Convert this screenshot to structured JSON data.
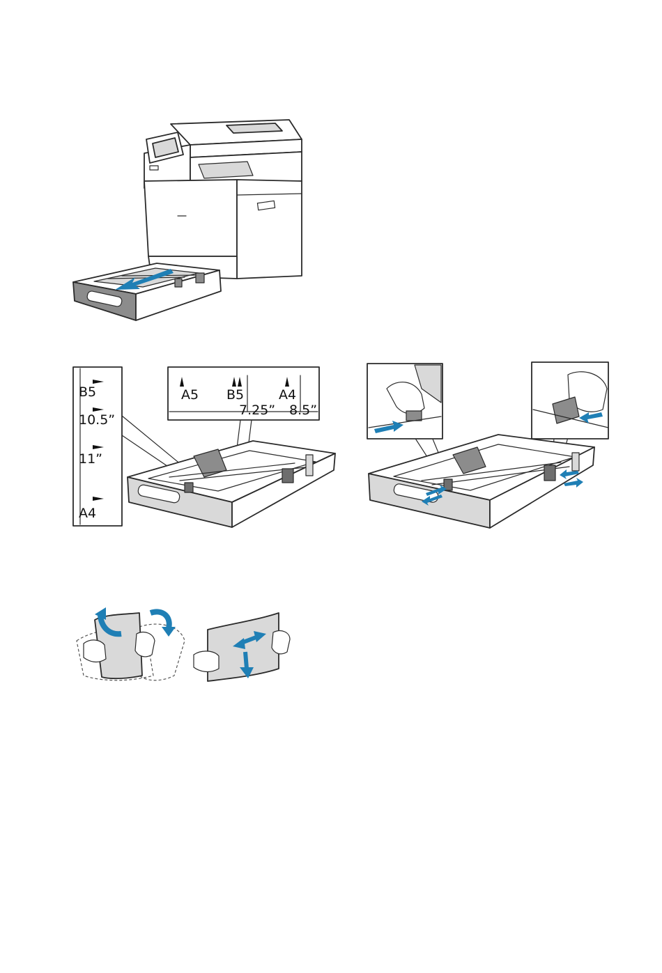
{
  "scale_labels": {
    "side": [
      "B5",
      "10.5”",
      "11”",
      "A4"
    ],
    "top": [
      "A5",
      "B5",
      "A4"
    ],
    "top_inches": [
      "7.25”",
      "8.5”"
    ]
  },
  "colors": {
    "arrow": "#1f7fb5",
    "line": "#2a2a2a",
    "fill_light": "#d9d9d9",
    "fill_dark": "#8c8c8c"
  },
  "icons": {
    "pull_arrow": "arrow-pull-out-icon",
    "guide_arrows": "arrow-slide-icon",
    "fan_arrows": "arrow-rotate-icon"
  }
}
